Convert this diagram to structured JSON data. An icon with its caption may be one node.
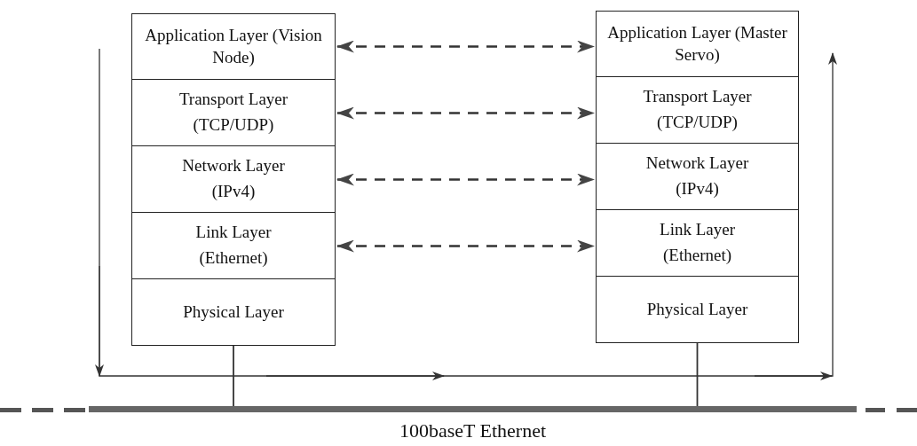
{
  "diagram": {
    "nodes": [
      {
        "text": [
          "Application Layer (Vision Node)"
        ]
      },
      {
        "text": [
          "Transport Layer",
          "(TCP/UDP)"
        ]
      },
      {
        "text": [
          "Network Layer",
          "(IPv4)"
        ]
      },
      {
        "text": [
          "Link Layer",
          "(Ethernet)"
        ]
      },
      {
        "text": [
          "Physical Layer"
        ]
      },
      {
        "text": [
          "Application Layer (Master Servo)"
        ]
      },
      {
        "text": [
          "Transport Layer",
          "(TCP/UDP)"
        ]
      },
      {
        "text": [
          "Network Layer",
          "(IPv4)"
        ]
      },
      {
        "text": [
          "Link Layer",
          "(Ethernet)"
        ]
      },
      {
        "text": [
          "Physical Layer"
        ]
      },
      {
        "text": [
          "100baseT Ethernet"
        ]
      }
    ],
    "edges": [
      {
        "from": 0,
        "to": 5,
        "arrow": "both",
        "style": "dashed"
      },
      {
        "from": 1,
        "to": 6,
        "arrow": "both",
        "style": "dashed"
      },
      {
        "from": 2,
        "to": 7,
        "arrow": "both",
        "style": "dashed"
      },
      {
        "from": 3,
        "to": 8,
        "arrow": "both",
        "style": "dashed"
      },
      {
        "from": 4,
        "to": 10,
        "arrow": "none"
      },
      {
        "from": 9,
        "to": 10,
        "arrow": "none"
      }
    ]
  }
}
